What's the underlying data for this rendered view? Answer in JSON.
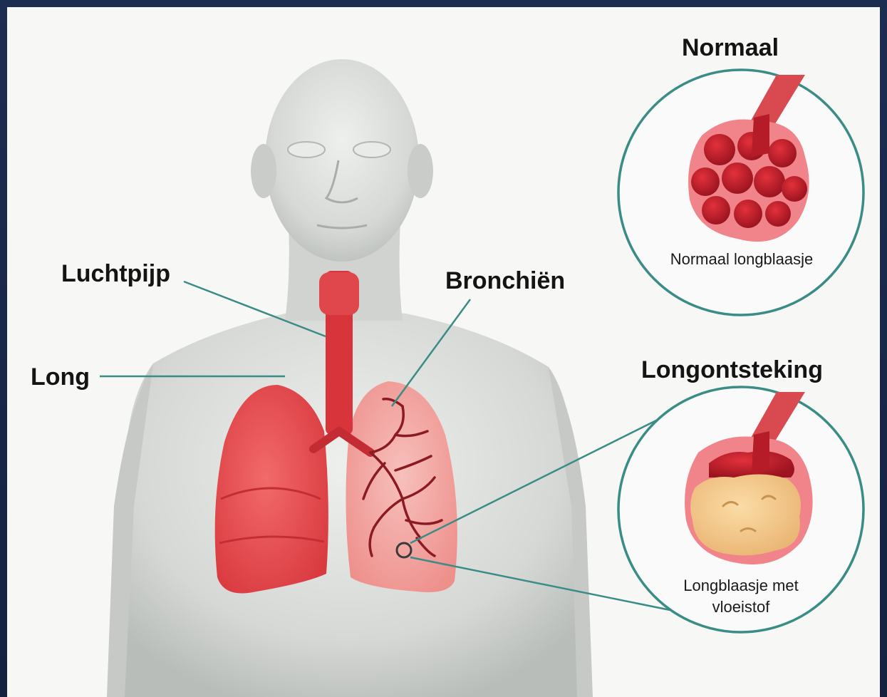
{
  "labels": {
    "trachea": "Luchtpijp",
    "bronchi": "Bronchiën",
    "lung": "Long"
  },
  "panels": {
    "normal": {
      "title": "Normaal",
      "caption": "Normaal longblaasje"
    },
    "pneumonia": {
      "title": "Longontsteking",
      "caption_line1": "Longblaasje met",
      "caption_line2": "vloeistof"
    }
  },
  "colors": {
    "frame": "#1a2a4a",
    "background": "#f7f7f5",
    "body": "#d6d9d6",
    "lung": "#e8454a",
    "lung_light": "#f2a6a3",
    "alveolus": "#c81f2a",
    "fluid": "#f5c98a",
    "leader_line": "#3a8c86"
  }
}
